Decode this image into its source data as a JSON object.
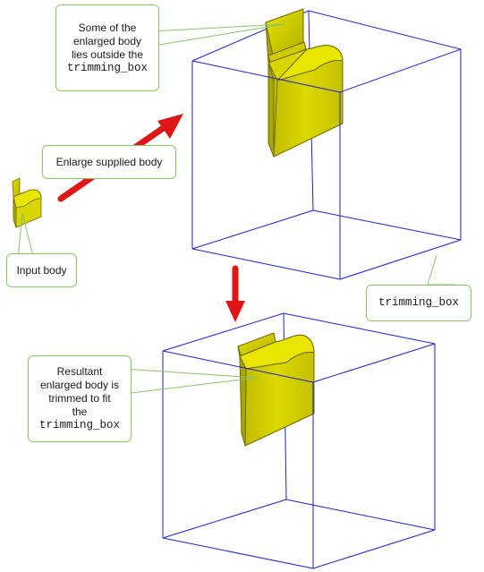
{
  "callouts": {
    "outside": {
      "lines": [
        "Some of the",
        "enlarged body",
        "lies outside the"
      ],
      "code": "trimming_box"
    },
    "enlarge": {
      "text": "Enlarge supplied body"
    },
    "input": {
      "text": "Input body"
    },
    "trimming_box": {
      "code": "trimming_box"
    },
    "result": {
      "lines": [
        "Resultant",
        "enlarged body is",
        "trimmed to fit",
        "the"
      ],
      "code": "trimming_box"
    }
  },
  "colors": {
    "box_edge": "#1f1fd6",
    "body_fill": "#d2d000",
    "body_edge": "#6e6a00",
    "arrow": "#e01515",
    "callout_border": "#8cc36a"
  }
}
